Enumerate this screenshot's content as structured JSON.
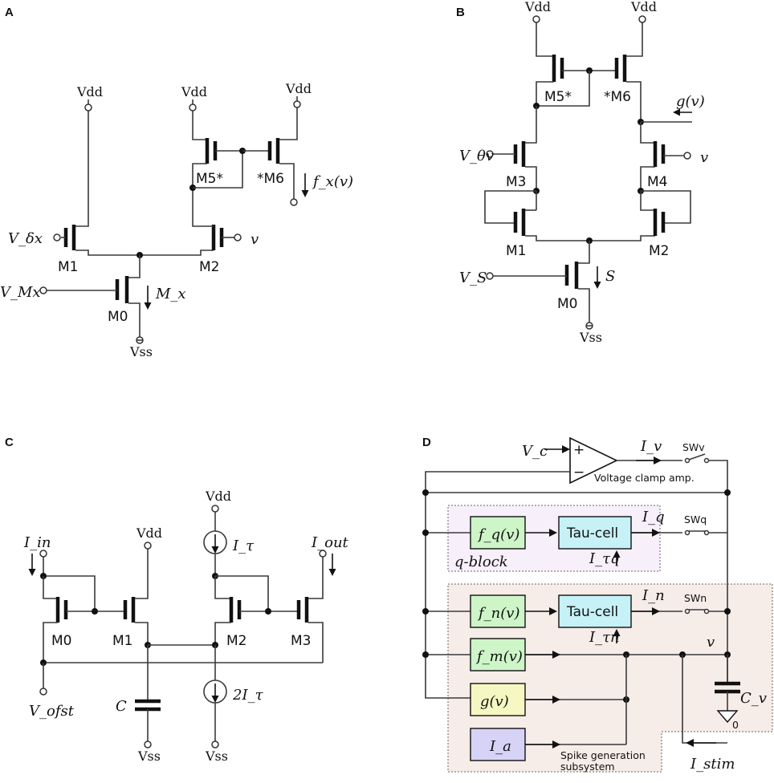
{
  "panels": {
    "A": {
      "label": "A",
      "vdd": "Vdd",
      "vss": "Vss",
      "m0": "M0",
      "m1": "M1",
      "m2": "M2",
      "m5": "M5*",
      "m6": "*M6",
      "in_delta": "V_δx",
      "in_mx": "V_Mx",
      "current_mx": "M_x",
      "in_v": "v",
      "out": "f_x(v)"
    },
    "B": {
      "label": "B",
      "vdd": "Vdd",
      "vss": "Vss",
      "m0": "M0",
      "m1": "M1",
      "m2": "M2",
      "m3": "M3",
      "m4": "M4",
      "m5": "M5*",
      "m6": "*M6",
      "in_theta": "V_θv",
      "in_s": "V_S",
      "current_s": "S",
      "in_v": "v",
      "out": "g(v)"
    },
    "C": {
      "label": "C",
      "vdd": "Vdd",
      "vss": "Vss",
      "m0": "M0",
      "m1": "M1",
      "m2": "M2",
      "m3": "M3",
      "i_in": "I_in",
      "i_out": "I_out",
      "i_tau": "I_τ",
      "i_2tau": "2I_τ",
      "cap": "C",
      "v_ofst": "V_ofst"
    },
    "D": {
      "label": "D",
      "vc": "V_c",
      "plus": "+",
      "minus": "−",
      "amp": "Voltage clamp amp.",
      "iv": "I_v",
      "swv": "SWv",
      "swq": "SWq",
      "swn": "SWn",
      "fq": "f_q(v)",
      "fn": "f_n(v)",
      "fm": "f_m(v)",
      "g": "g(v)",
      "ia": "I_a",
      "tau": "Tau-cell",
      "iq": "I_q",
      "in_cur": "I_n",
      "itauq": "I_τq",
      "itaun": "I_τn",
      "qblock": "q-block",
      "spike": "Spike generation",
      "spike2": "subsystem",
      "v": "v",
      "cv": "C_v",
      "zero": "0",
      "istim": "I_stim"
    }
  },
  "colors": {
    "green_box": "#cdf5c8",
    "cyan_box": "#c6f1f7",
    "yellow_box": "#f5f8c2",
    "lavender_box": "#d7d3f7",
    "qblock_bg": "#f7f0fb",
    "spike_bg": "#f6ece8"
  }
}
